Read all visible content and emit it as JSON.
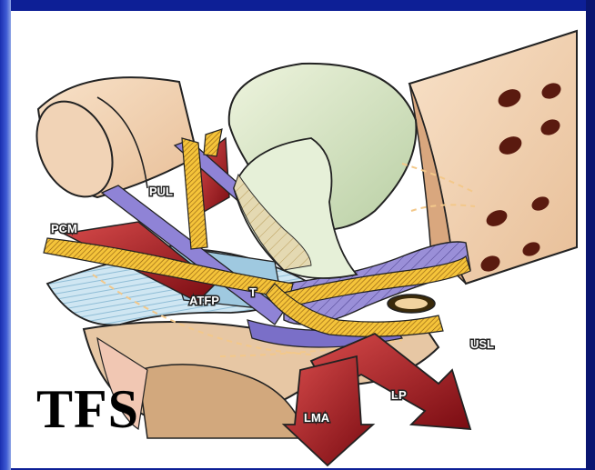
{
  "labels": {
    "pul": "PUL",
    "pcm": "PCM",
    "atfp": "ATFP",
    "t": "T",
    "usl": "USL",
    "lp": "LP",
    "lma": "LMA"
  },
  "title": "TFS",
  "colors": {
    "frame": "#0d1f96",
    "background": "#ffffff",
    "bone": "#f3d2b4",
    "ligament_yellow": "#f3c23a",
    "muscle_red": "#a8141b",
    "fascia_blue": "#cfe6f2",
    "organ_green": "#dbe9cc",
    "ligament_purple": "#7a6fc8"
  }
}
